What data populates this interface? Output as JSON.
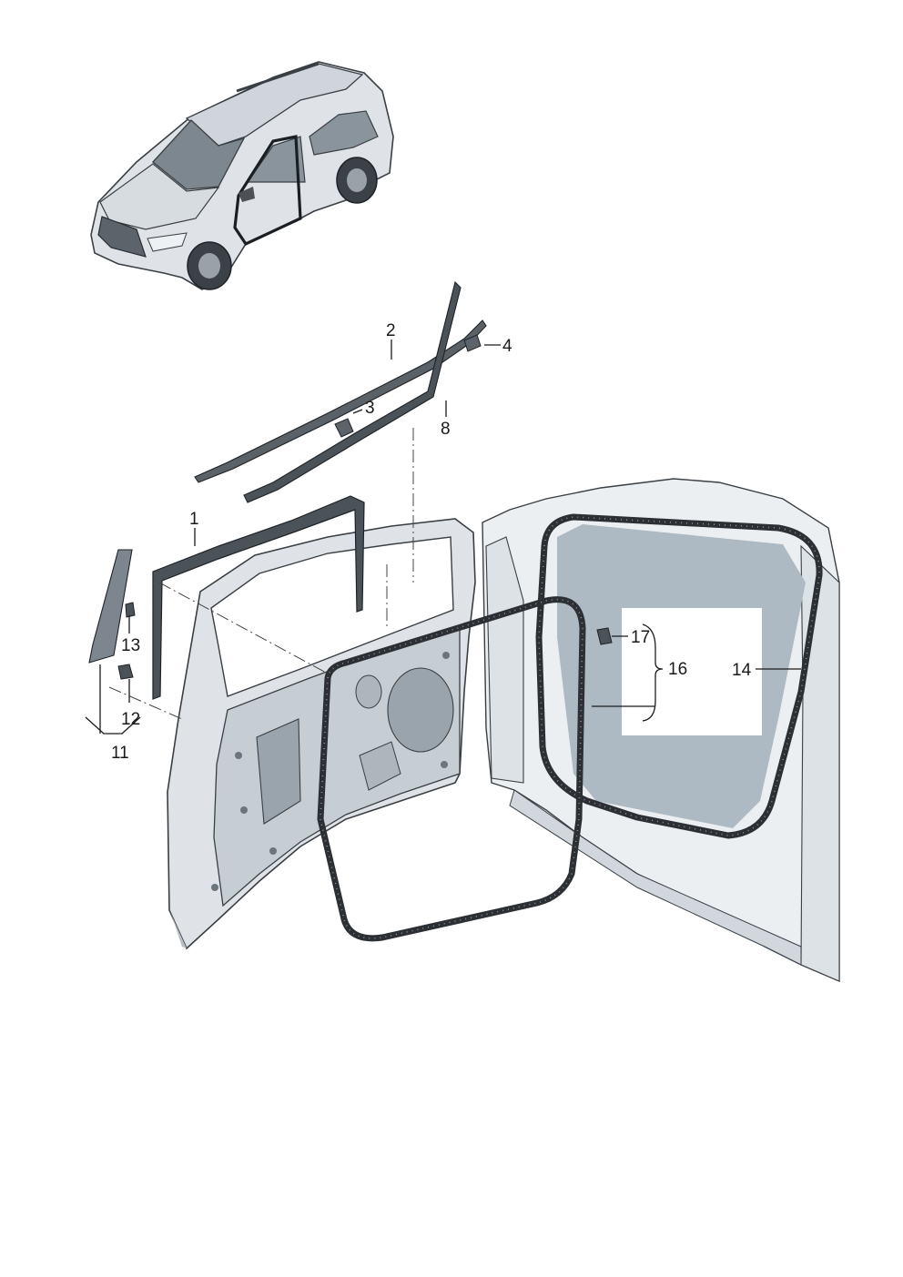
{
  "callouts": {
    "c1": "1",
    "c2": "2",
    "c3": "3",
    "c4": "4",
    "c8": "8",
    "c11": "11",
    "c12": "12",
    "c13": "13",
    "c14": "14",
    "c16": "16",
    "c17": "17"
  },
  "colors": {
    "panel_fill": "#e6e9ec",
    "panel_shadow": "#c9ced3",
    "glass": "#adbac3",
    "seal": "#2c3034",
    "ink": "#1a1a1a"
  }
}
